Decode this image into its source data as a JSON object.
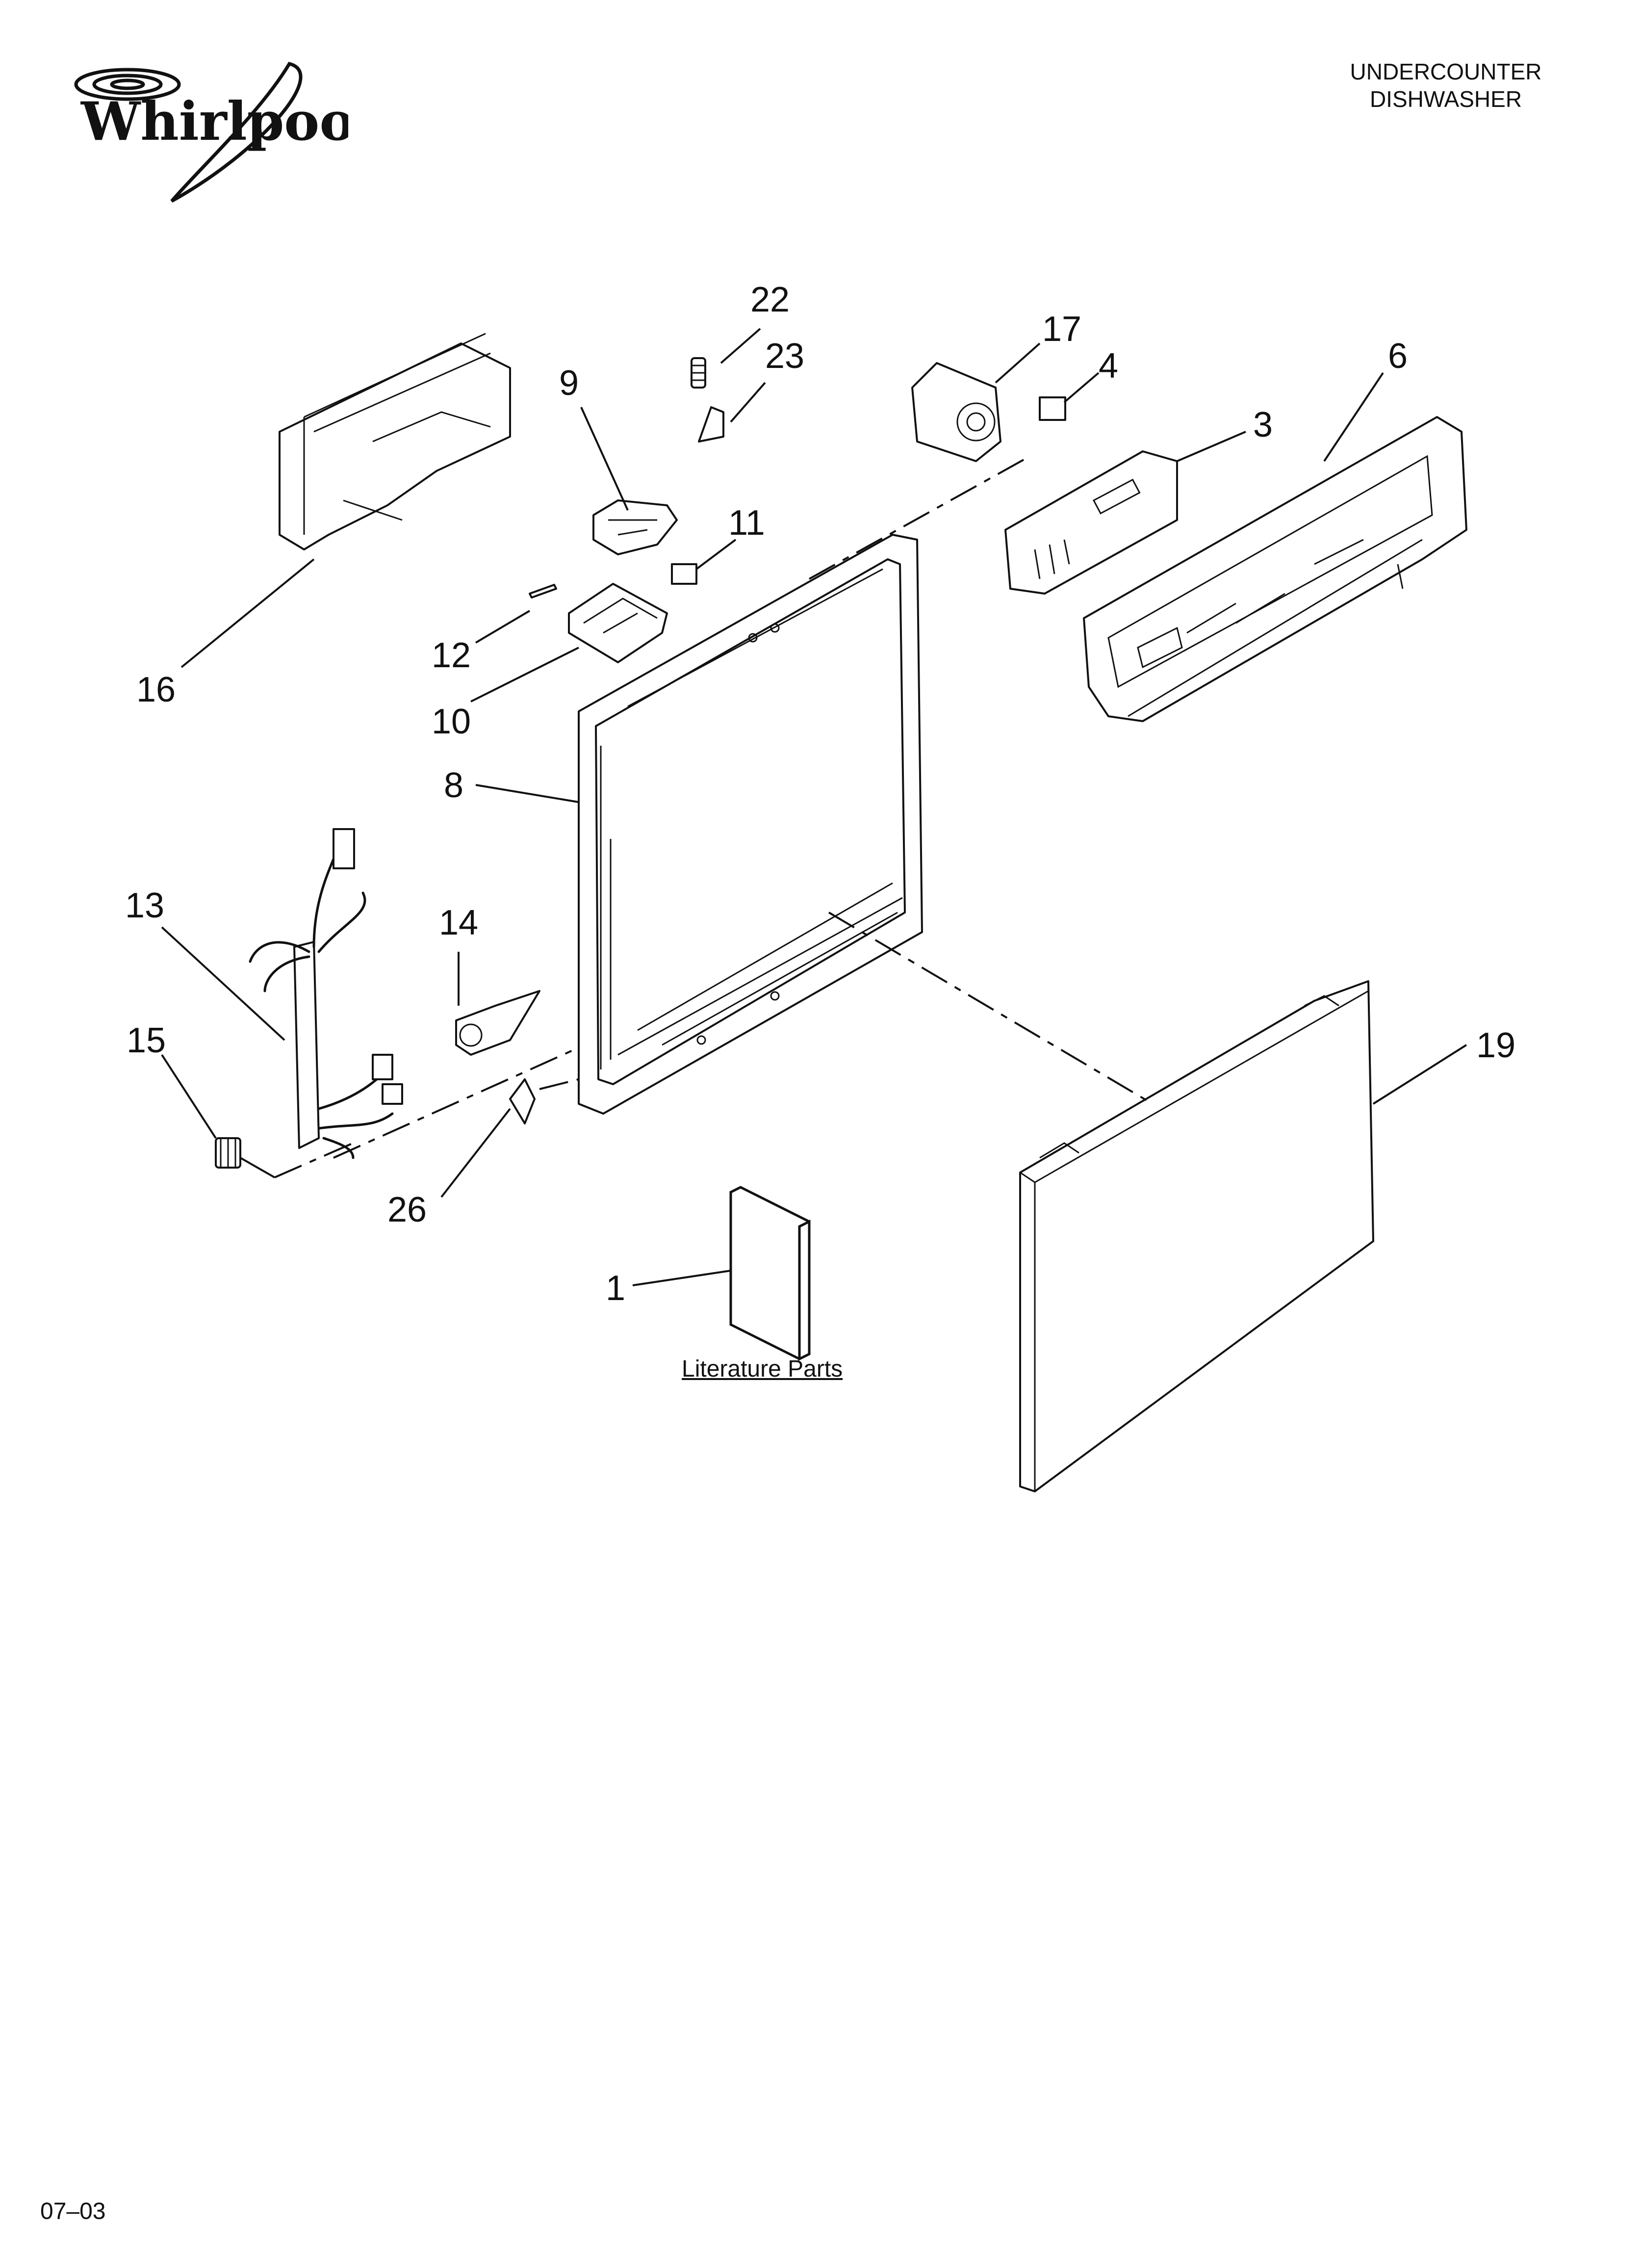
{
  "brand": {
    "name": "Whirlpool"
  },
  "header": {
    "line1": "UNDERCOUNTER",
    "line2": "DISHWASHER"
  },
  "literature": {
    "label": "Literature Parts"
  },
  "footer": {
    "code": "07–03"
  },
  "callouts": {
    "c1": "1",
    "c3": "3",
    "c4": "4",
    "c6": "6",
    "c8": "8",
    "c9": "9",
    "c10": "10",
    "c11": "11",
    "c12": "12",
    "c13": "13",
    "c14": "14",
    "c15": "15",
    "c16": "16",
    "c17": "17",
    "c19": "19",
    "c22": "22",
    "c23": "23",
    "c26": "26"
  }
}
